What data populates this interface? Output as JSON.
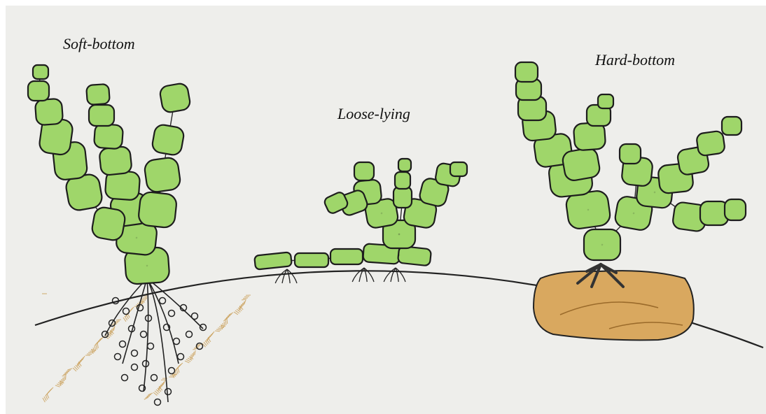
{
  "labels": {
    "soft_bottom": "Soft-bottom",
    "loose_lying": "Loose-lying",
    "hard_bottom": "Hard-bottom"
  },
  "colors": {
    "paper": "#eeeeeb",
    "leaf_fill": "#9fd66a",
    "leaf_outline": "#1d1d1d",
    "rock_fill": "#d9a85f",
    "sediment": "#caa05a"
  }
}
